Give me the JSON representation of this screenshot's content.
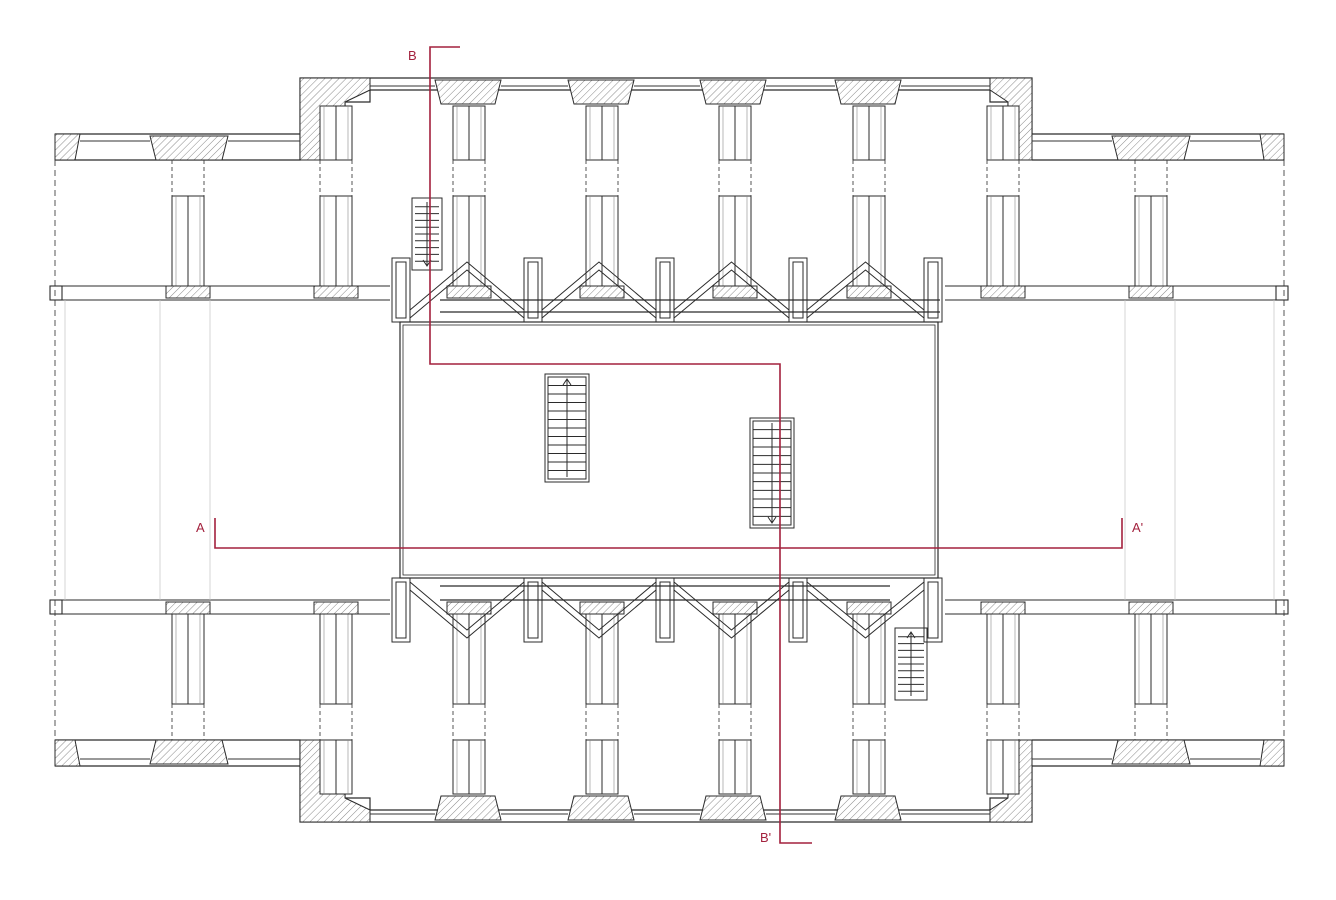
{
  "section_markers": {
    "a_start": "A",
    "a_end": "A'",
    "b_start": "B",
    "b_end": "B'"
  },
  "colors": {
    "line": "#2b2b2b",
    "thin_line": "#555555",
    "faint_line": "#9a9a9a",
    "section": "#a3213d",
    "hatch": "#777777",
    "background": "#ffffff"
  }
}
